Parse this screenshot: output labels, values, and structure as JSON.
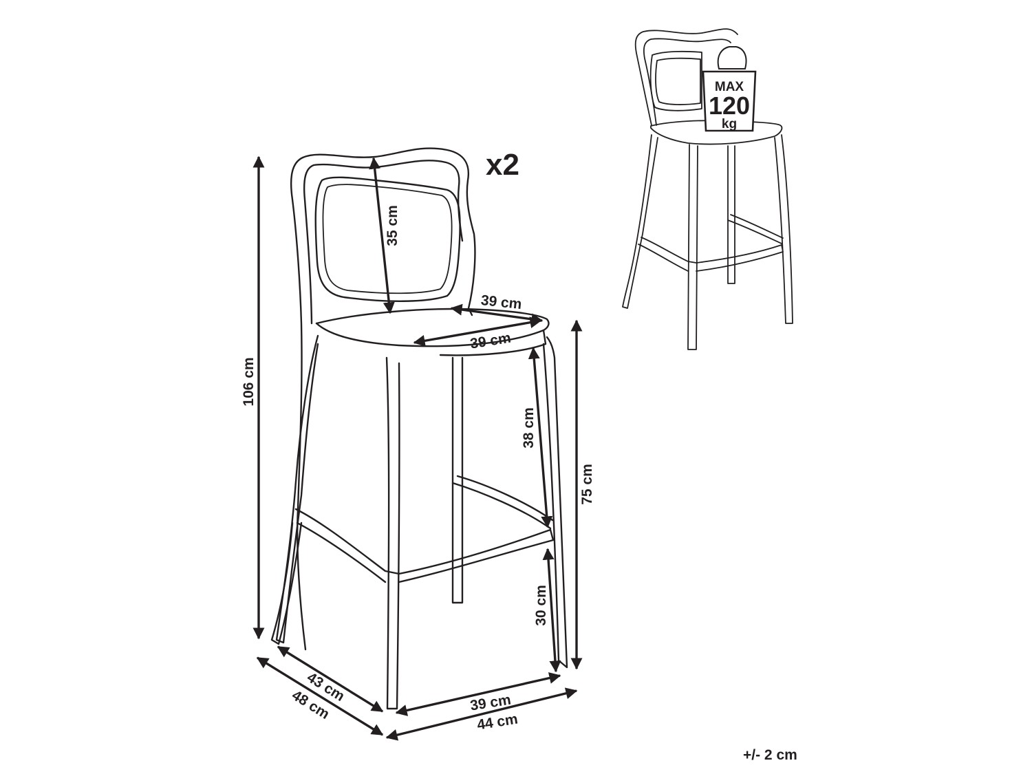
{
  "quantity": "x2",
  "tolerance": "+/- 2 cm",
  "weight_badge": {
    "line1": "MAX",
    "line2": "120",
    "line3": "kg"
  },
  "dimensions": {
    "total_height": "106 cm",
    "backrest_height": "35 cm",
    "seat_depth": "39 cm",
    "seat_width": "39 cm",
    "seat_to_footrest": "38 cm",
    "seat_height": "75 cm",
    "footrest_height": "30 cm",
    "inner_depth": "43 cm",
    "outer_depth": "48 cm",
    "inner_width": "39 cm",
    "outer_width": "44 cm"
  }
}
